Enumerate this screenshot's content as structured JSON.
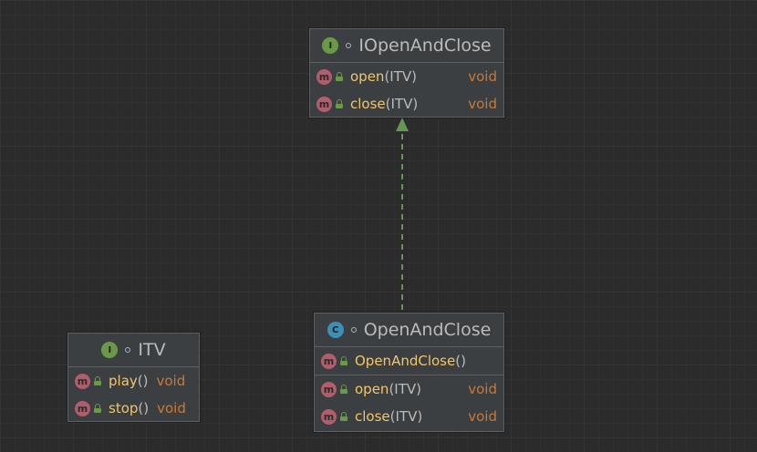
{
  "colors": {
    "background": "#2b2b2b",
    "node_fill": "#3c3f41",
    "node_border": "#5e6163",
    "method_name": "#f0c66a",
    "return_type": "#cc7832",
    "interface_badge": "#6a9a47",
    "class_badge": "#3d8fb5",
    "method_badge": "#b05e6c",
    "realization_edge": "#629755"
  },
  "nodes": {
    "iopenandclose": {
      "badge": "I",
      "title": "IOpenAndClose",
      "methods": [
        {
          "badge": "m",
          "name": "open",
          "params": "(ITV)",
          "return_type": "void"
        },
        {
          "badge": "m",
          "name": "close",
          "params": "(ITV)",
          "return_type": "void"
        }
      ]
    },
    "openandclose": {
      "badge": "C",
      "title": "OpenAndClose",
      "constructors": [
        {
          "badge": "m",
          "name": "OpenAndClose",
          "params": "()"
        }
      ],
      "methods": [
        {
          "badge": "m",
          "name": "open",
          "params": "(ITV)",
          "return_type": "void"
        },
        {
          "badge": "m",
          "name": "close",
          "params": "(ITV)",
          "return_type": "void"
        }
      ]
    },
    "itv": {
      "badge": "I",
      "title": "ITV",
      "methods": [
        {
          "badge": "m",
          "name": "play",
          "params": "()",
          "return_type": "void"
        },
        {
          "badge": "m",
          "name": "stop",
          "params": "()",
          "return_type": "void"
        }
      ]
    }
  },
  "edges": [
    {
      "from": "OpenAndClose",
      "to": "IOpenAndClose",
      "style": "dashed",
      "arrow": "filled-triangle"
    }
  ]
}
